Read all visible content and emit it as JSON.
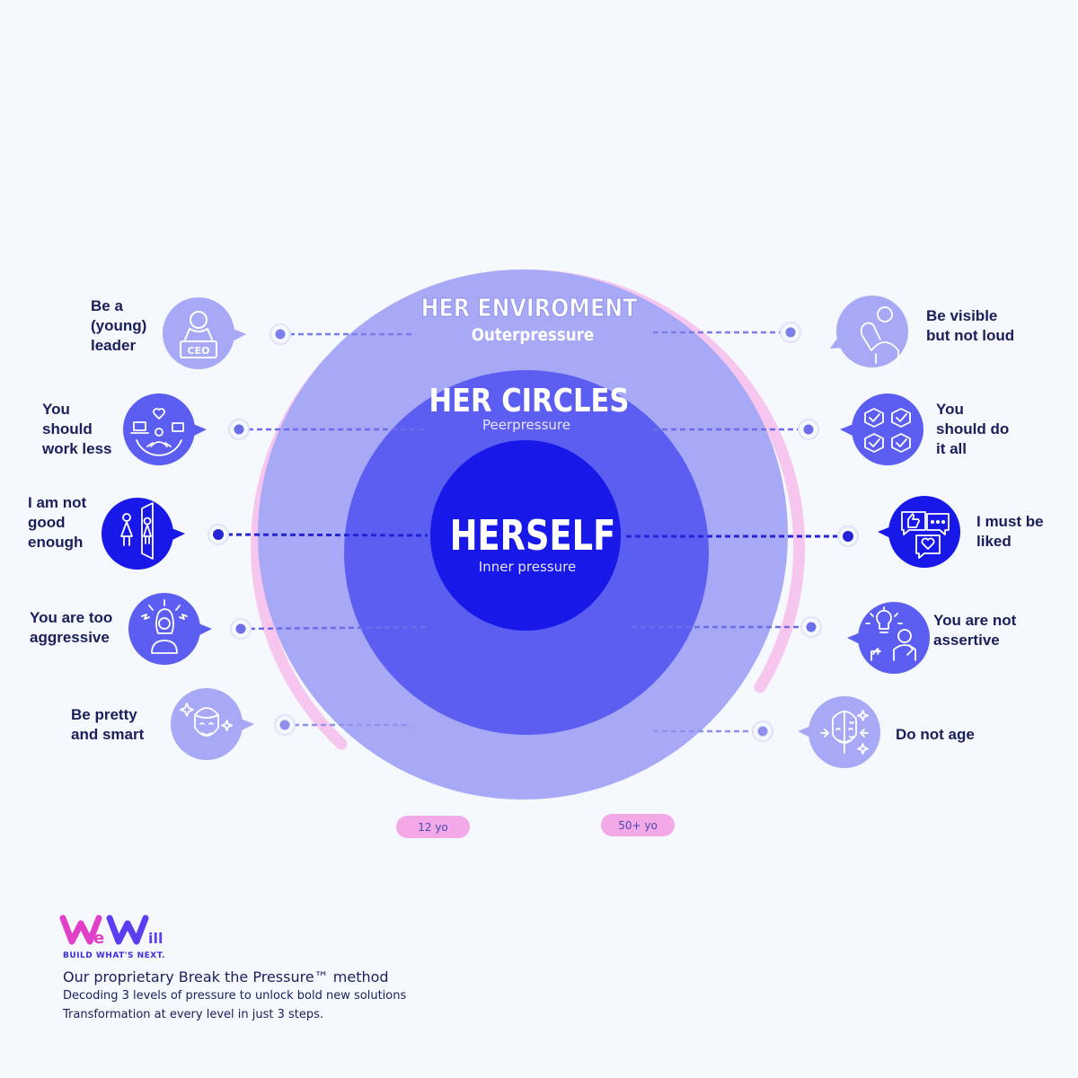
{
  "rings": {
    "outer": {
      "title": "HER ENVIROMENT",
      "subtitle": "Outerpressure"
    },
    "middle": {
      "title": "HER CIRCLES",
      "subtitle": "Peerpressure"
    },
    "inner": {
      "title": "HERSELF",
      "subtitle": "Inner pressure"
    }
  },
  "age_pills": {
    "young": "12 yo",
    "old": "50+ yo"
  },
  "left_items": [
    {
      "text": "Be a\n(young)\nleader",
      "icon": "ceo-leader-icon"
    },
    {
      "text": "You\nshould\nwork less",
      "icon": "work-life-balance-icon"
    },
    {
      "text": "I am not\ngood\nenough",
      "icon": "mirror-reflection-icon"
    },
    {
      "text": "You are too\naggressive",
      "icon": "stressed-woman-icon"
    },
    {
      "text": "Be pretty\nand smart",
      "icon": "beauty-face-icon"
    }
  ],
  "right_items": [
    {
      "text": "Be visible\nbut not loud",
      "icon": "strong-woman-icon"
    },
    {
      "text": "You\nshould do\nit all",
      "icon": "checklist-icon"
    },
    {
      "text": "I must be\nliked",
      "icon": "likes-chat-icon"
    },
    {
      "text": "You are not\nassertive",
      "icon": "idea-people-icon"
    },
    {
      "text": "Do not age",
      "icon": "face-aging-icon"
    }
  ],
  "brand": {
    "logo_text": "WeWill",
    "tagline": "BUILD WHAT'S NEXT."
  },
  "footer": {
    "heading": "Our proprietary Break the Pressure™ method",
    "line1": "Decoding 3 levels of pressure to unlock bold new solutions",
    "line2": "Transformation at every level in just 3 steps."
  },
  "colors": {
    "outer_ring": "#a7a9f6",
    "middle_ring": "#5b5ef0",
    "inner_ring": "#1818e8",
    "arc_pink": "#f6c6ef",
    "pill_pink": "#f3a8e8",
    "text_dark": "#1a1f5a",
    "brand_magenta": "#e040c8"
  }
}
